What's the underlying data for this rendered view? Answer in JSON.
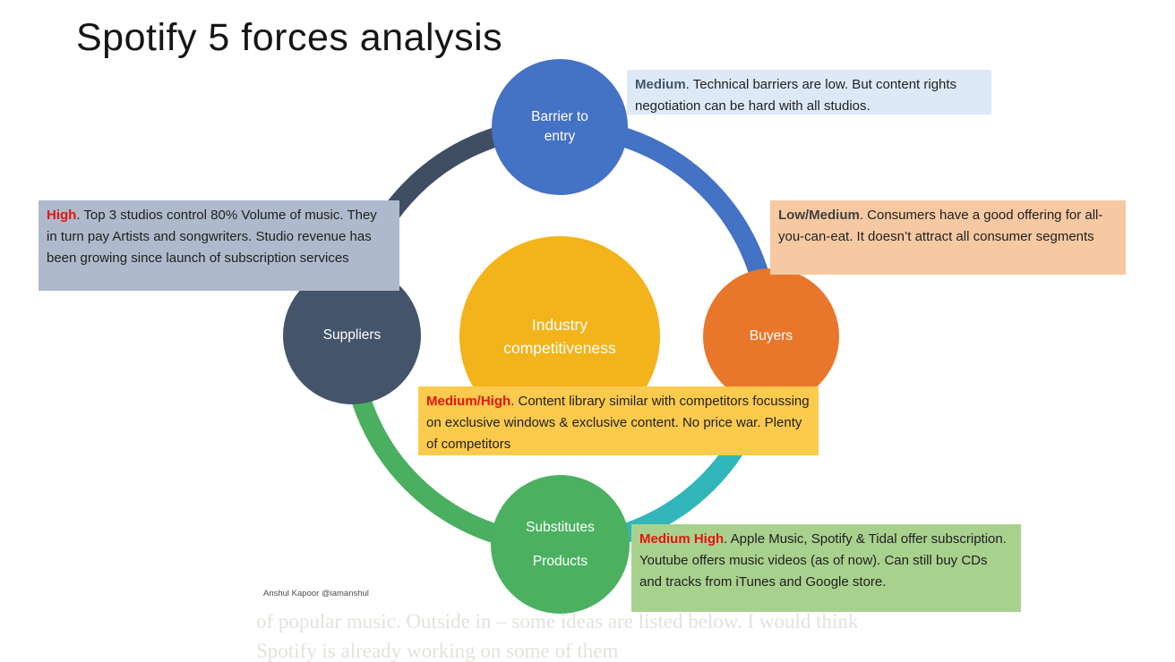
{
  "title": "Spotify 5 forces analysis",
  "attribution": "Anshul Kapoor @iamanshul",
  "colors": {
    "barrier_circle": "#4472c4",
    "suppliers_circle": "#44546a",
    "buyers_circle": "#e8772c",
    "substitutes_circle": "#4bb161",
    "center_circle": "#f3b41b",
    "arc_top_left": "#3f4e62",
    "arc_top_right": "#4472c4",
    "arc_bottom_right": "#31b6b9",
    "arc_bottom_left": "#4baf62",
    "note_barrier_bg": "#dde9f6",
    "note_suppliers_bg": "#aebacb",
    "note_buyers_bg": "#f6c9a3",
    "note_competitive_bg": "#fcca4d",
    "note_substitutes_bg": "#a9d18e",
    "rating_red": "#e5150f",
    "rating_navy": "#44546a",
    "rating_dark": "#404040"
  },
  "forces": {
    "barrier": {
      "label_lines": [
        "Barrier to",
        "entry"
      ]
    },
    "suppliers": {
      "label_lines": [
        "Suppliers"
      ]
    },
    "buyers": {
      "label_lines": [
        "Buyers"
      ]
    },
    "substitutes": {
      "label_lines": [
        "Substitutes",
        "Products"
      ]
    },
    "center": {
      "label_lines": [
        "Industry",
        "competitiveness"
      ]
    }
  },
  "notes": {
    "barrier": {
      "rating": "Medium",
      "body": ". Technical barriers are low. But content rights negotiation can be hard with all studios."
    },
    "suppliers": {
      "rating": "High",
      "body": ". Top 3 studios control 80% Volume of music. They in turn pay Artists and songwriters. Studio revenue has been growing since launch of subscription services"
    },
    "buyers": {
      "rating": "Low/Medium",
      "body": ". Consumers have a good offering for all-you-can-eat. It doesn’t attract all consumer segments"
    },
    "competitive": {
      "rating": "Medium/High",
      "body": ". Content library similar with competitors focussing on exclusive windows & exclusive content. No price war. Plenty of competitors"
    },
    "substitutes": {
      "rating": "Medium High",
      "body": ". Apple Music, Spotify & Tidal offer subscription. Youtube offers music videos (as of now). Can still buy CDs and tracks from iTunes and Google store."
    }
  },
  "background_text": {
    "line1": "of popular music. Outside in – some ideas are listed below. I would think",
    "line2": "Spotify is already working on some of them"
  }
}
